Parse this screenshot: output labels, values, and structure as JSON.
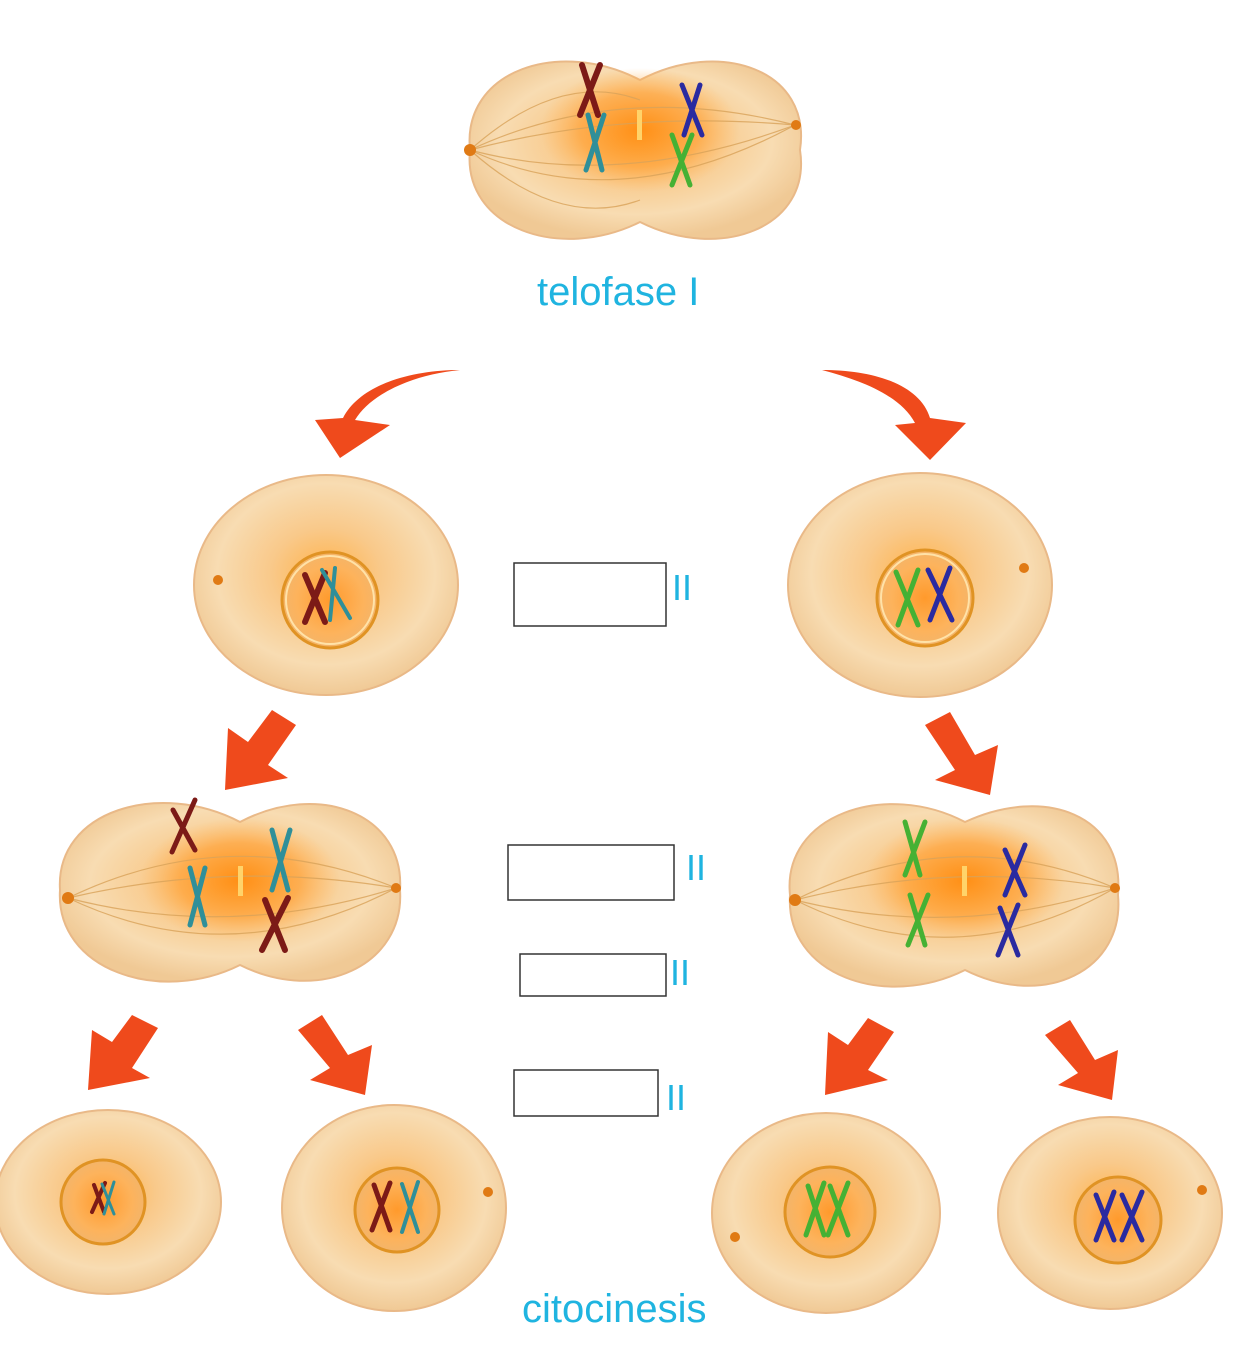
{
  "labels": {
    "telofase_title": "telofase I",
    "citocinesis_title": "citocinesis"
  },
  "blanks": {
    "b1_suffix": "II",
    "b2_suffix": "II",
    "b3_suffix": "II",
    "b4_suffix": "II"
  },
  "colors": {
    "cell_body": "#f6d6a5",
    "cytoplasm_center": "#ff9a1f",
    "arrow": "#ef4a1c",
    "label": "#1fb4e0",
    "chromo_dark_red": "#7c1a17",
    "chromo_teal": "#2f8f99",
    "chromo_blue": "#2a2aa0",
    "chromo_green": "#45b134"
  }
}
